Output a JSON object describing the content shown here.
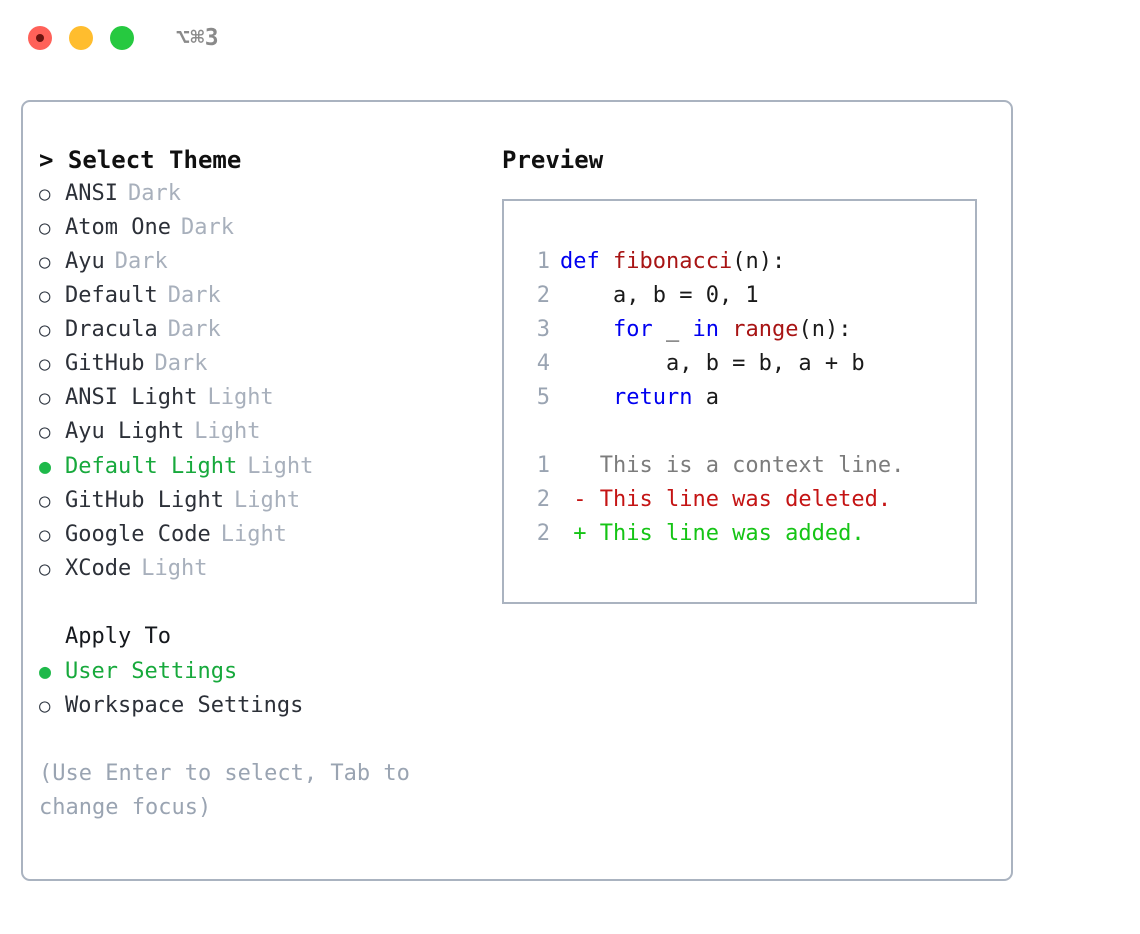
{
  "titlebar": {
    "lights": [
      {
        "name": "close",
        "color": "#ff6159"
      },
      {
        "name": "minimize",
        "color": "#ffbd2e"
      },
      {
        "name": "maximize",
        "color": "#26c940"
      }
    ],
    "shortcut": "⌥⌘3"
  },
  "theme_panel": {
    "header": "> Select Theme",
    "marker_on": "●",
    "marker_off": "○",
    "items": [
      {
        "label": "ANSI",
        "kind": "Dark",
        "selected": false
      },
      {
        "label": "Atom One",
        "kind": "Dark",
        "selected": false
      },
      {
        "label": "Ayu",
        "kind": "Dark",
        "selected": false
      },
      {
        "label": "Default",
        "kind": "Dark",
        "selected": false
      },
      {
        "label": "Dracula",
        "kind": "Dark",
        "selected": false
      },
      {
        "label": "GitHub",
        "kind": "Dark",
        "selected": false
      },
      {
        "label": "ANSI Light",
        "kind": "Light",
        "selected": false
      },
      {
        "label": "Ayu Light",
        "kind": "Light",
        "selected": false
      },
      {
        "label": "Default Light",
        "kind": "Light",
        "selected": true
      },
      {
        "label": "GitHub Light",
        "kind": "Light",
        "selected": false
      },
      {
        "label": "Google Code",
        "kind": "Light",
        "selected": false
      },
      {
        "label": "XCode",
        "kind": "Light",
        "selected": false
      }
    ]
  },
  "apply_to": {
    "title": "Apply To",
    "items": [
      {
        "label": "User Settings",
        "selected": true
      },
      {
        "label": "Workspace Settings",
        "selected": false
      }
    ]
  },
  "hint": "(Use Enter to select, Tab to change focus)",
  "preview": {
    "title": "Preview",
    "code_lines": [
      {
        "num": "1",
        "tokens": [
          {
            "t": "def ",
            "c": "kw"
          },
          {
            "t": "fibonacci",
            "c": "fn"
          },
          {
            "t": "(n):",
            "c": "plain"
          }
        ]
      },
      {
        "num": "2",
        "tokens": [
          {
            "t": "    a, b = 0, 1",
            "c": "plain"
          }
        ]
      },
      {
        "num": "3",
        "tokens": [
          {
            "t": "    ",
            "c": "plain"
          },
          {
            "t": "for",
            "c": "kw"
          },
          {
            "t": " _ ",
            "c": "plain"
          },
          {
            "t": "in",
            "c": "kw"
          },
          {
            "t": " ",
            "c": "plain"
          },
          {
            "t": "range",
            "c": "fn"
          },
          {
            "t": "(n):",
            "c": "plain"
          }
        ]
      },
      {
        "num": "4",
        "tokens": [
          {
            "t": "        a, b = b, a + b",
            "c": "plain"
          }
        ]
      },
      {
        "num": "5",
        "tokens": [
          {
            "t": "    ",
            "c": "plain"
          },
          {
            "t": "return",
            "c": "kw"
          },
          {
            "t": " a",
            "c": "plain"
          }
        ]
      }
    ],
    "diff_lines": [
      {
        "num": "1",
        "text": "   This is a context line.",
        "style": "ctx"
      },
      {
        "num": "2",
        "text": " - This line was deleted.",
        "style": "del"
      },
      {
        "num": "2",
        "text": " + This line was added.",
        "style": "add"
      }
    ]
  },
  "colors": {
    "accent_green": "#17a93c",
    "border": "#aab3c0",
    "muted": "#a8b0bc",
    "keyword": "#0000f0",
    "function": "#a81414",
    "context": "#7c7c7c",
    "deleted": "#c41414",
    "added": "#15c415"
  }
}
